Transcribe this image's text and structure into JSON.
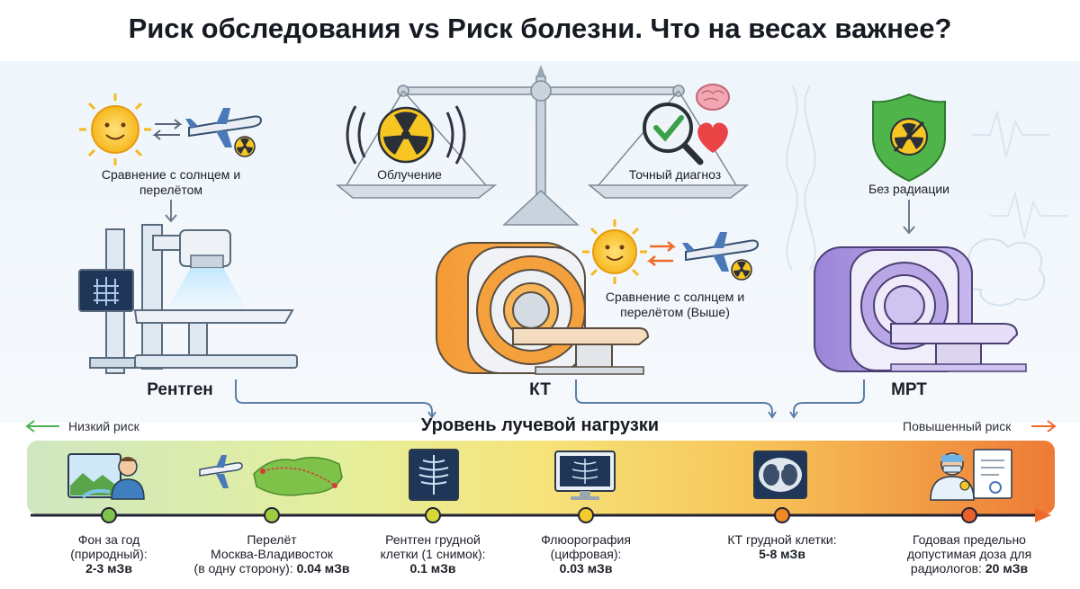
{
  "title": "Риск обследования vs Риск болезни. Что на весах важнее?",
  "scales": {
    "left_pan_label": "Облучение",
    "right_pan_label": "Точный диагноз"
  },
  "xray": {
    "label": "Рентген",
    "comparison": "Сравнение с солнцем и перелётом"
  },
  "ct": {
    "label": "КТ",
    "comparison": "Сравнение с солнцем и перелётом (Выше)"
  },
  "mri": {
    "label": "МРТ",
    "no_radiation": "Без радиации"
  },
  "scale": {
    "title": "Уровень лучевой нагрузки",
    "low": "Низкий риск",
    "high": "Повышенный риск"
  },
  "points": [
    {
      "line1": "Фон за год",
      "line2": "(природный):",
      "line3": "",
      "value": "2-3 мЗв",
      "color": "#7fc24a"
    },
    {
      "line1": "Перелёт",
      "line2": "Москва-Владивосток",
      "line3": "(в одну сторону):",
      "value": "0.04 мЗв",
      "color": "#9dcc3f"
    },
    {
      "line1": "Рентген грудной",
      "line2": "клетки (1 снимок):",
      "line3": "",
      "value": "0.1 мЗв",
      "color": "#d7d83a"
    },
    {
      "line1": "Флюорография",
      "line2": "(цифровая):",
      "line3": "",
      "value": "0.03 мЗв",
      "color": "#f1cc2c"
    },
    {
      "line1": "КТ грудной клетки:",
      "line2": "",
      "line3": "",
      "value": "5-8 мЗв",
      "color": "#f08a26"
    },
    {
      "line1": "Годовая предельно",
      "line2": "допустимая доза для",
      "line3": "радиологов:",
      "value": "20 мЗв",
      "color": "#e8612a"
    }
  ],
  "colors": {
    "radiation_yellow": "#f7c623",
    "shield_green": "#4fb54a",
    "arrow_orange": "#ef6a2a",
    "accent_blue": "#4a78b8"
  }
}
